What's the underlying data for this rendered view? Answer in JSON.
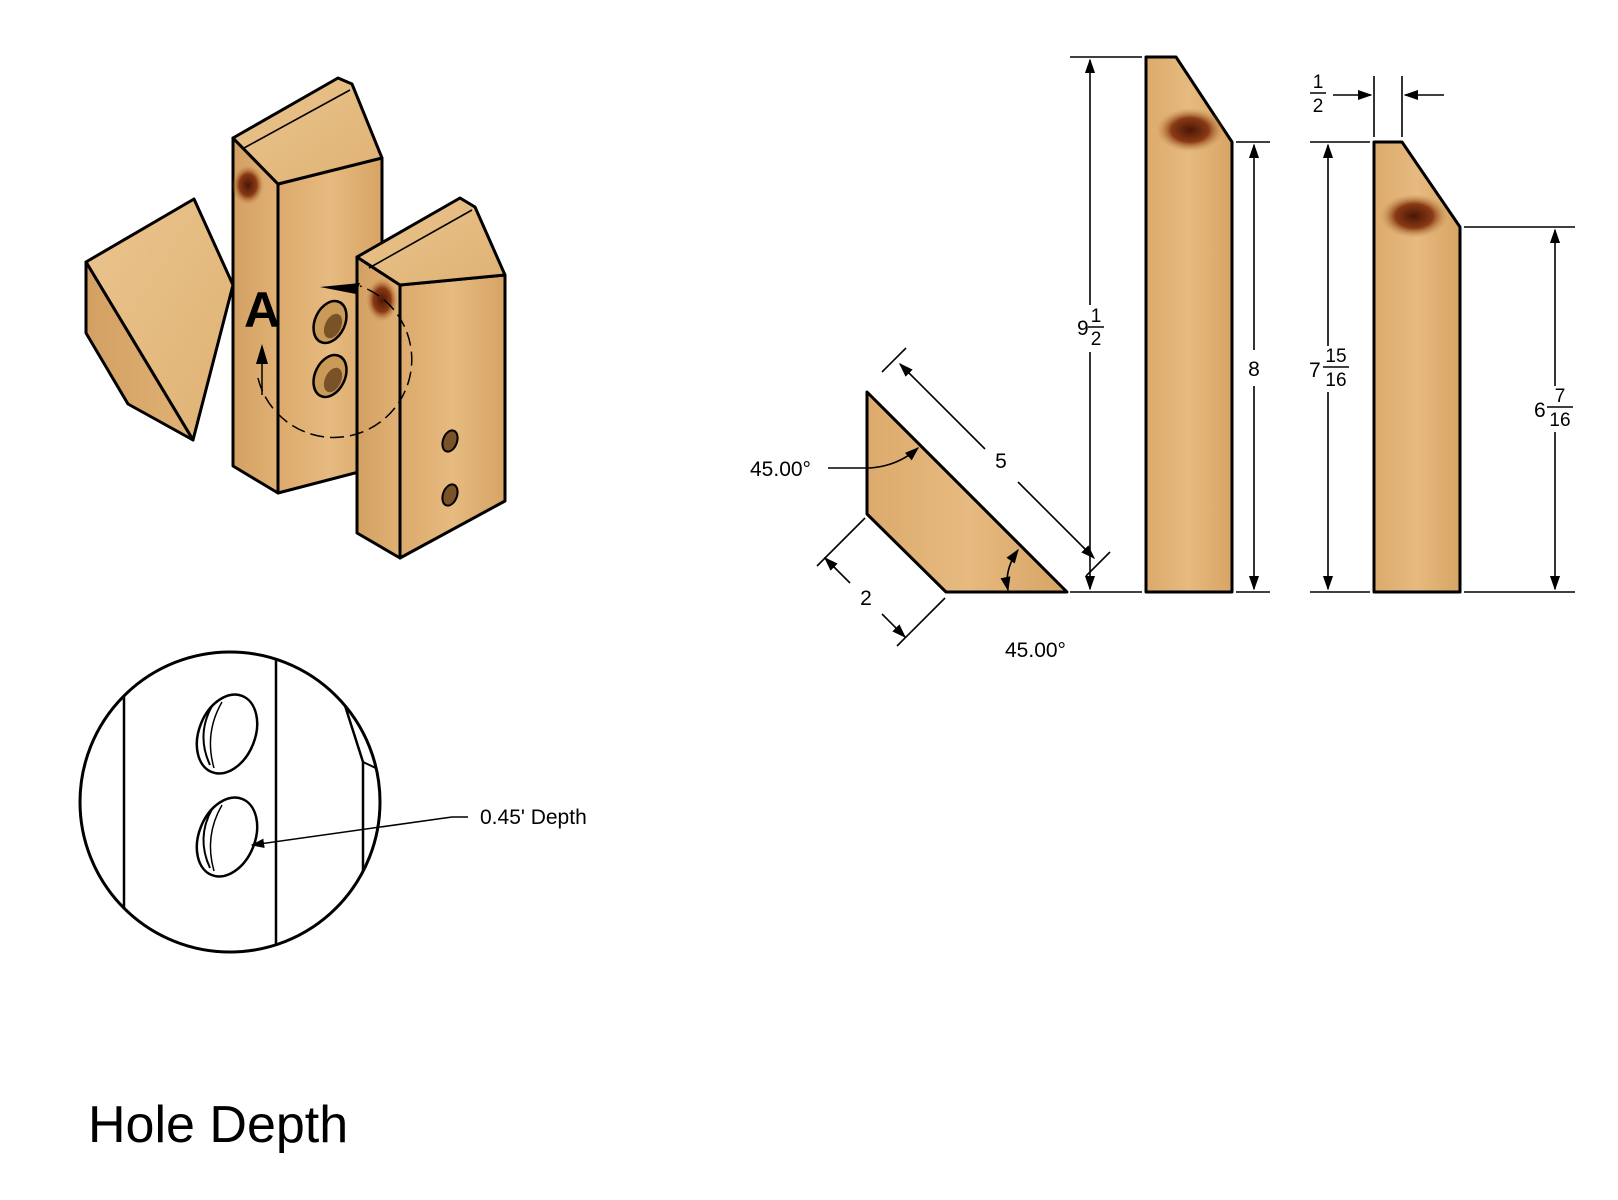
{
  "title": "Hole Depth",
  "detail_marker": "A",
  "callout": "0.45' Depth",
  "dimensions": {
    "hypotenuse": "5",
    "leg": "2",
    "angle_top": "45.00°",
    "angle_bottom": "45.00°",
    "total_height": {
      "whole": "9",
      "num": "1",
      "den": "2"
    },
    "straight_height": "8",
    "thickness": {
      "num": "1",
      "den": "2"
    },
    "side_height": {
      "whole": "7",
      "num": "15",
      "den": "16"
    },
    "lower_height": {
      "whole": "6",
      "num": "7",
      "den": "16"
    }
  },
  "colors": {
    "wood_light": "#e2b57a",
    "wood_mid": "#d9a767",
    "wood_dark": "#c8914f",
    "knot": "#6b2a10",
    "line": "#000000"
  }
}
